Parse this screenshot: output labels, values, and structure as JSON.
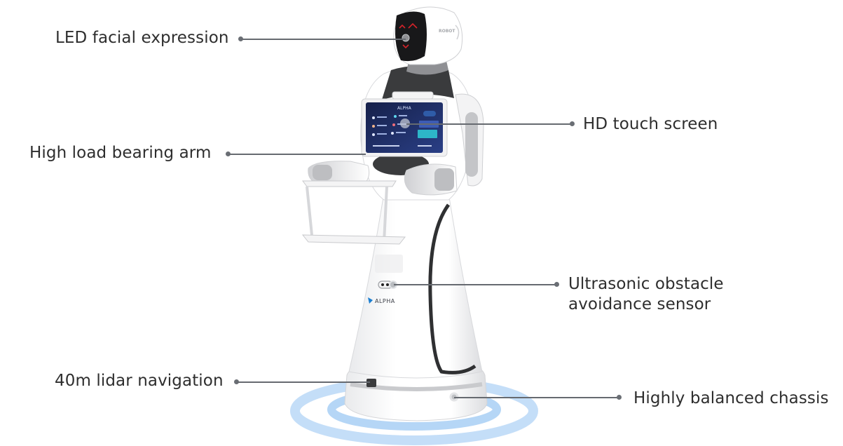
{
  "diagram": {
    "subject": "Service robot with feature callouts",
    "robot": {
      "head_badge": "ROBOT",
      "screen_title": "ALPHA",
      "body_logo": "ALPHA",
      "colors": {
        "body": "#ffffff",
        "shadow_gray": "#d9dadc",
        "dark_trim": "#3a3b3d",
        "face_panel": "#1a1a1c",
        "led_red": "#d2232a",
        "screen_bg": "#1d2a5c",
        "screen_accent": "#2db6c8",
        "floor_glow": "#9fcbf4"
      }
    },
    "callouts": [
      {
        "id": "led-facial-expression",
        "label": "LED facial expression",
        "side": "left"
      },
      {
        "id": "high-load-bearing-arm",
        "label": "High load bearing arm",
        "side": "left"
      },
      {
        "id": "hd-touch-screen",
        "label": "HD touch screen",
        "side": "right"
      },
      {
        "id": "ultrasonic-sensor",
        "label": "Ultrasonic obstacle avoidance sensor",
        "line1": "Ultrasonic obstacle",
        "line2": "avoidance sensor",
        "side": "right"
      },
      {
        "id": "lidar-navigation",
        "label": "40m lidar navigation",
        "side": "left"
      },
      {
        "id": "balanced-chassis",
        "label": "Highly balanced chassis",
        "side": "right"
      }
    ],
    "colors": {
      "label_text": "#2e2e2e",
      "leader_line": "#666a70",
      "background": "#ffffff"
    }
  }
}
